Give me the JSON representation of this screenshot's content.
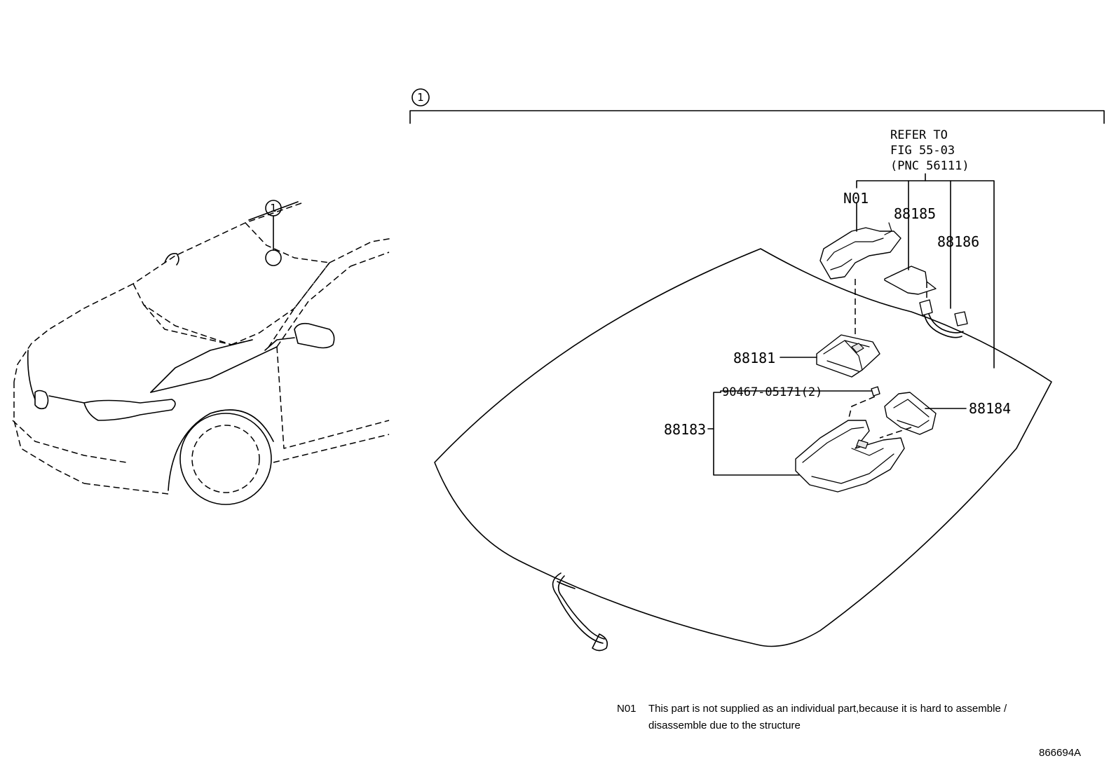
{
  "callouts": {
    "assembly_marker": "1",
    "car_marker": "1"
  },
  "refer": {
    "line1": "REFER TO",
    "line2": "FIG 55-03",
    "line3": "(PNC 56111)"
  },
  "parts": {
    "n01": "N01",
    "p88185": "88185",
    "p88186": "88186",
    "p88181": "88181",
    "p90467": "90467-05171(2)",
    "p88183": "88183",
    "p88184": "88184"
  },
  "footnote": {
    "code": "N01",
    "line1": "This part is not supplied as an individual part,because it is hard to assemble /",
    "line2": "disassemble due to the structure"
  },
  "figure_id": "866694A"
}
